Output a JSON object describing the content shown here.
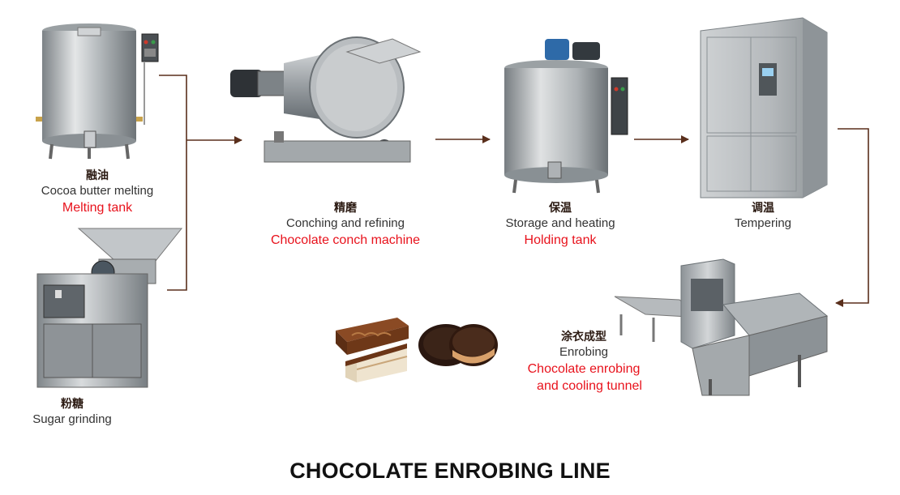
{
  "title": "CHOCOLATE ENROBING LINE",
  "colors": {
    "arrow": "#5a2f1c",
    "accent_red": "#e8121c",
    "steel": "#b9bdc0"
  },
  "steps": {
    "melting": {
      "cn": "融油",
      "en": "Cocoa butter melting",
      "machine": "Melting tank"
    },
    "grinding": {
      "cn": "粉糖",
      "en": "Sugar grinding"
    },
    "conching": {
      "cn": "精磨",
      "en": "Conching and refining",
      "machine": "Chocolate conch machine"
    },
    "storage": {
      "cn": "保温",
      "en": "Storage and heating",
      "machine": "Holding tank"
    },
    "tempering": {
      "cn": "调温",
      "en": "Tempering"
    },
    "enrobing": {
      "cn": "涂衣成型",
      "en": "Enrobing",
      "machine_line1": "Chocolate enrobing",
      "machine_line2": "and cooling tunnel"
    }
  },
  "icons": [
    "melting-tank-icon",
    "sugar-grinder-icon",
    "conch-machine-icon",
    "holding-tank-icon",
    "tempering-machine-icon",
    "enrobing-line-icon",
    "chocolate-bar-icon",
    "chocolate-cookie-icon"
  ]
}
